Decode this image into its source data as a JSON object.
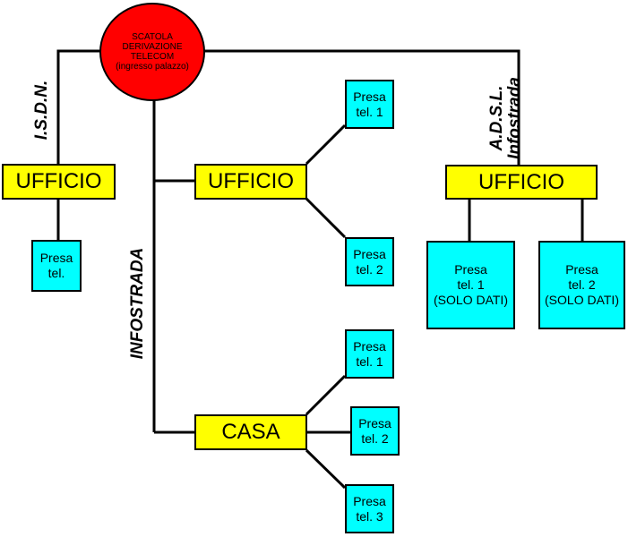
{
  "junction": {
    "label": "SCATOLA\nDERIVAZIONE\nTELECOM\n(ingresso palazzo)",
    "color": "#ff0000"
  },
  "links": {
    "isdn": "I.S.D.N.",
    "infostrada": "INFOSTRADA",
    "adsl": "A.D.S.L.\nInfostrada"
  },
  "rooms": {
    "left_office": "UFFICIO",
    "middle_office": "UFFICIO",
    "home": "CASA",
    "right_office": "UFFICIO"
  },
  "sockets": {
    "left_office": "Presa\ntel.",
    "middle_office_1": "Presa\ntel. 1",
    "middle_office_2": "Presa\ntel. 2",
    "home_1": "Presa\ntel. 1",
    "home_2": "Presa\ntel. 2",
    "home_3": "Presa\ntel. 3",
    "right_office_1": "Presa\ntel. 1\n(SOLO DATI)",
    "right_office_2": "Presa\ntel. 2\n(SOLO DATI)"
  },
  "colors": {
    "room": "#ffff00",
    "socket": "#00ffff",
    "line": "#000000"
  }
}
